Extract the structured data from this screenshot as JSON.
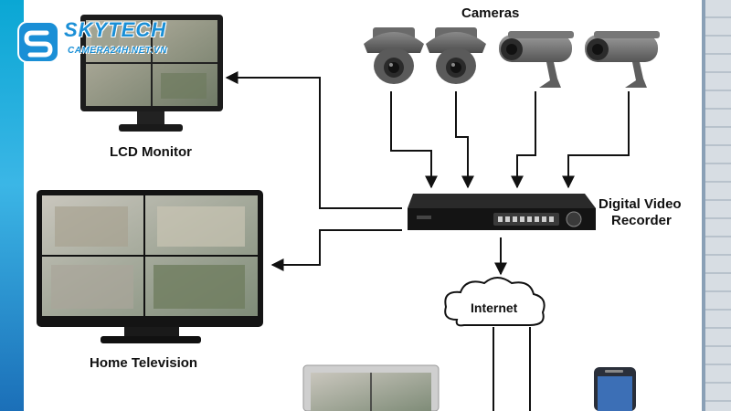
{
  "brand": {
    "name": "SKYTECH",
    "url": "CAMERA24H.NET.VN"
  },
  "labels": {
    "cameras": "Cameras",
    "lcd_monitor": "LCD Monitor",
    "dvr_line1": "Digital Video",
    "dvr_line2": "Recorder",
    "home_tv": "Home Television",
    "internet": "Internet"
  },
  "colors": {
    "frame_left": "#0aa7d4",
    "brand": "#1a8fd6",
    "arrow": "#111111",
    "device_dark": "#1c1c1c",
    "camera_gray": "#6e6e6e"
  },
  "icons": [
    "dome-camera-icon",
    "bullet-camera-icon",
    "lcd-monitor-icon",
    "television-icon",
    "dvr-icon",
    "cloud-icon",
    "laptop-icon",
    "smartphone-icon"
  ]
}
